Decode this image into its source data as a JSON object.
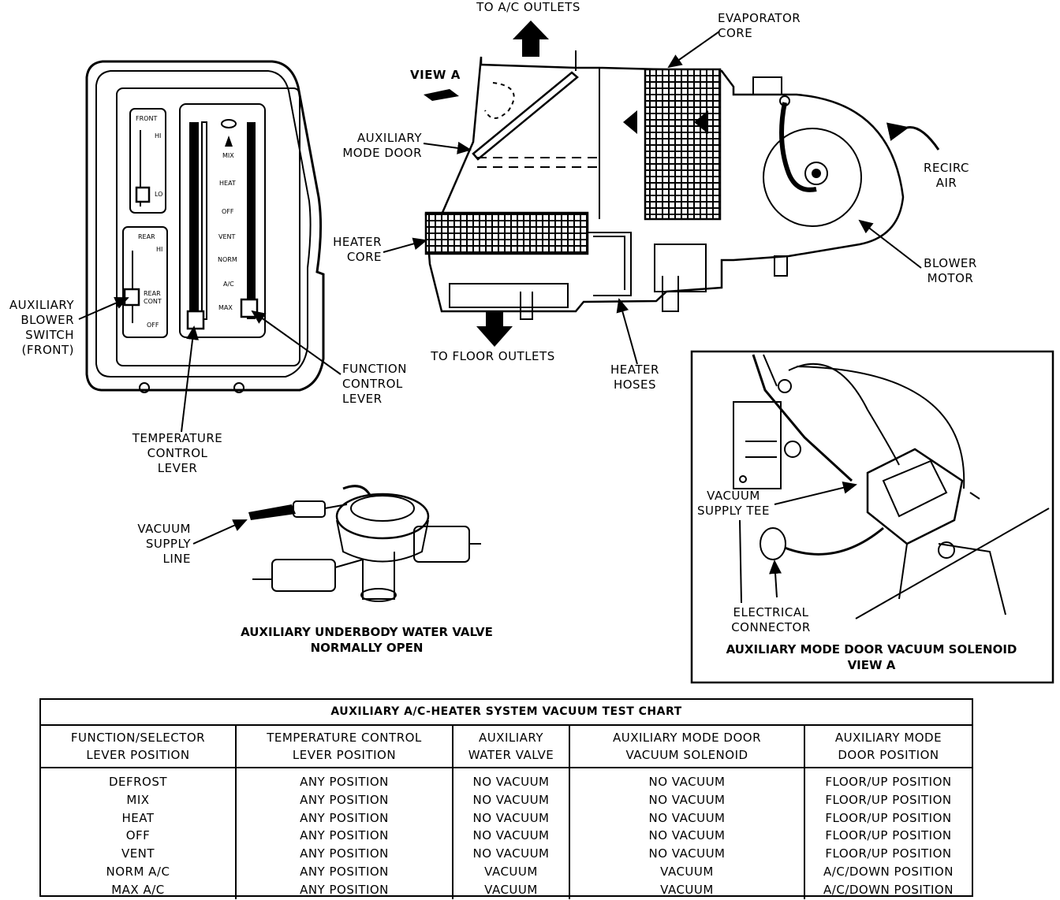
{
  "labels": {
    "to_ac_outlets": "TO A/C OUTLETS",
    "view_a": "VIEW A",
    "evaporator_core": "EVAPORATOR\nCORE",
    "auxiliary_mode_door": "AUXILIARY\nMODE DOOR",
    "recirc_air": "RECIRC\nAIR",
    "heater_core": "HEATER\nCORE",
    "blower_motor": "BLOWER\nMOTOR",
    "to_floor_outlets": "TO FLOOR OUTLETS",
    "heater_hoses": "HEATER\nHOSES",
    "aux_blower_switch": "AUXILIARY\nBLOWER\nSWITCH\n(FRONT)",
    "function_control_lever": "FUNCTION\nCONTROL\nLEVER",
    "temperature_control_lever": "TEMPERATURE\nCONTROL\nLEVER",
    "vacuum_supply_line": "VACUUM\nSUPPLY\nLINE",
    "vacuum_supply_tee": "VACUUM\nSUPPLY TEE",
    "electrical_connector": "ELECTRICAL\nCONNECTOR"
  },
  "panel_marks": {
    "front": "FRONT",
    "hi": "HI",
    "lo": "LO",
    "rear": "REAR",
    "rear_cont": "REAR\nCONT",
    "off": "OFF",
    "mix": "MIX",
    "heat": "HEAT",
    "off2": "OFF",
    "vent": "VENT",
    "norm": "NORM",
    "ac": "A/C",
    "max": "MAX"
  },
  "captions": {
    "water_valve": "AUXILIARY UNDERBODY WATER VALVE\nNORMALLY OPEN",
    "solenoid": "AUXILIARY MODE DOOR VACUUM SOLENOID\nVIEW A"
  },
  "table": {
    "title": "AUXILIARY A/C-HEATER SYSTEM VACUUM TEST CHART",
    "headers": [
      "FUNCTION/SELECTOR\nLEVER POSITION",
      "TEMPERATURE CONTROL\nLEVER POSITION",
      "AUXILIARY\nWATER VALVE",
      "AUXILIARY MODE DOOR\nVACUUM SOLENOID",
      "AUXILIARY MODE\nDOOR POSITION"
    ],
    "rows": [
      [
        "DEFROST",
        "ANY POSITION",
        "NO VACUUM",
        "NO VACUUM",
        "FLOOR/UP POSITION"
      ],
      [
        "MIX",
        "ANY POSITION",
        "NO VACUUM",
        "NO VACUUM",
        "FLOOR/UP POSITION"
      ],
      [
        "HEAT",
        "ANY POSITION",
        "NO VACUUM",
        "NO VACUUM",
        "FLOOR/UP POSITION"
      ],
      [
        "OFF",
        "ANY POSITION",
        "NO VACUUM",
        "NO VACUUM",
        "FLOOR/UP POSITION"
      ],
      [
        "VENT",
        "ANY POSITION",
        "NO VACUUM",
        "NO VACUUM",
        "FLOOR/UP POSITION"
      ],
      [
        "NORM A/C",
        "ANY POSITION",
        "VACUUM",
        "VACUUM",
        "A/C/DOWN POSITION"
      ],
      [
        "MAX A/C",
        "ANY POSITION",
        "VACUUM",
        "VACUUM",
        "A/C/DOWN POSITION"
      ]
    ]
  }
}
